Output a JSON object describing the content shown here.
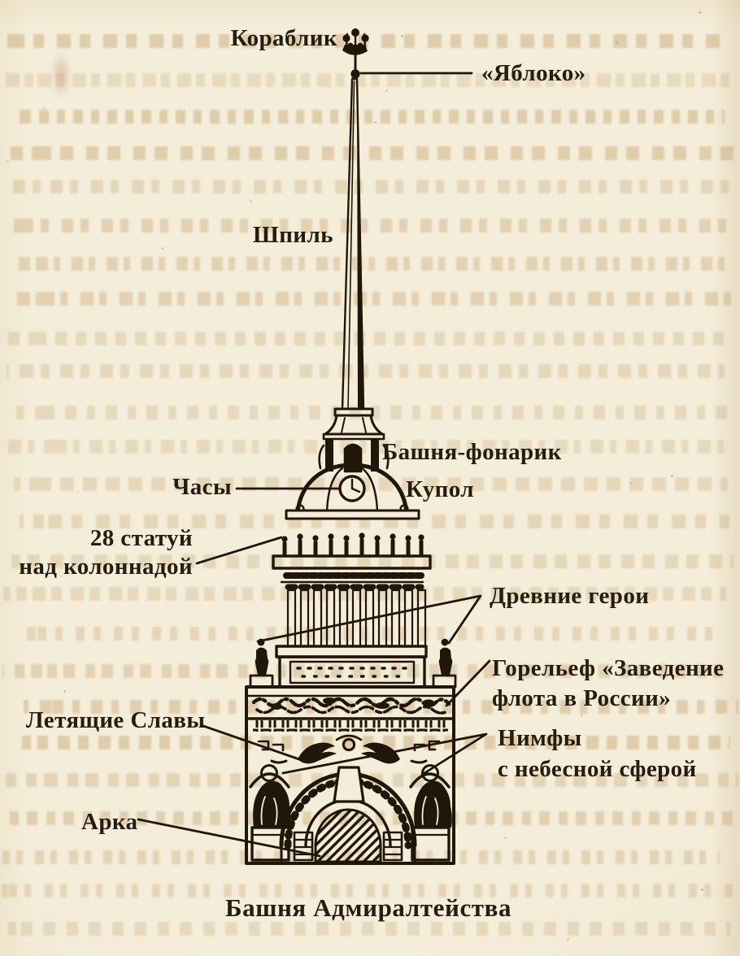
{
  "figure": {
    "caption": "Башня Адмиралтейства",
    "labels": {
      "ship": "Кораблик",
      "apple": "«Яблоко»",
      "spire": "Шпиль",
      "lantern_tower": "Башня-фонарик",
      "clock": "Часы",
      "dome": "Купол",
      "statues_line1": "28 статуй",
      "statues_line2": "над колоннадой",
      "heroes": "Древние герои",
      "relief_line1": "Горельеф «Заведение",
      "relief_line2": "флота в России»",
      "glories": "Летящие Славы",
      "nymphs_line1": "Нимфы",
      "nymphs_line2": "с небесной сферой",
      "arch": "Арка"
    },
    "colors": {
      "paper": "#f4edd9",
      "ink": "#201609",
      "ghost_text": "#c9ab7c"
    }
  }
}
